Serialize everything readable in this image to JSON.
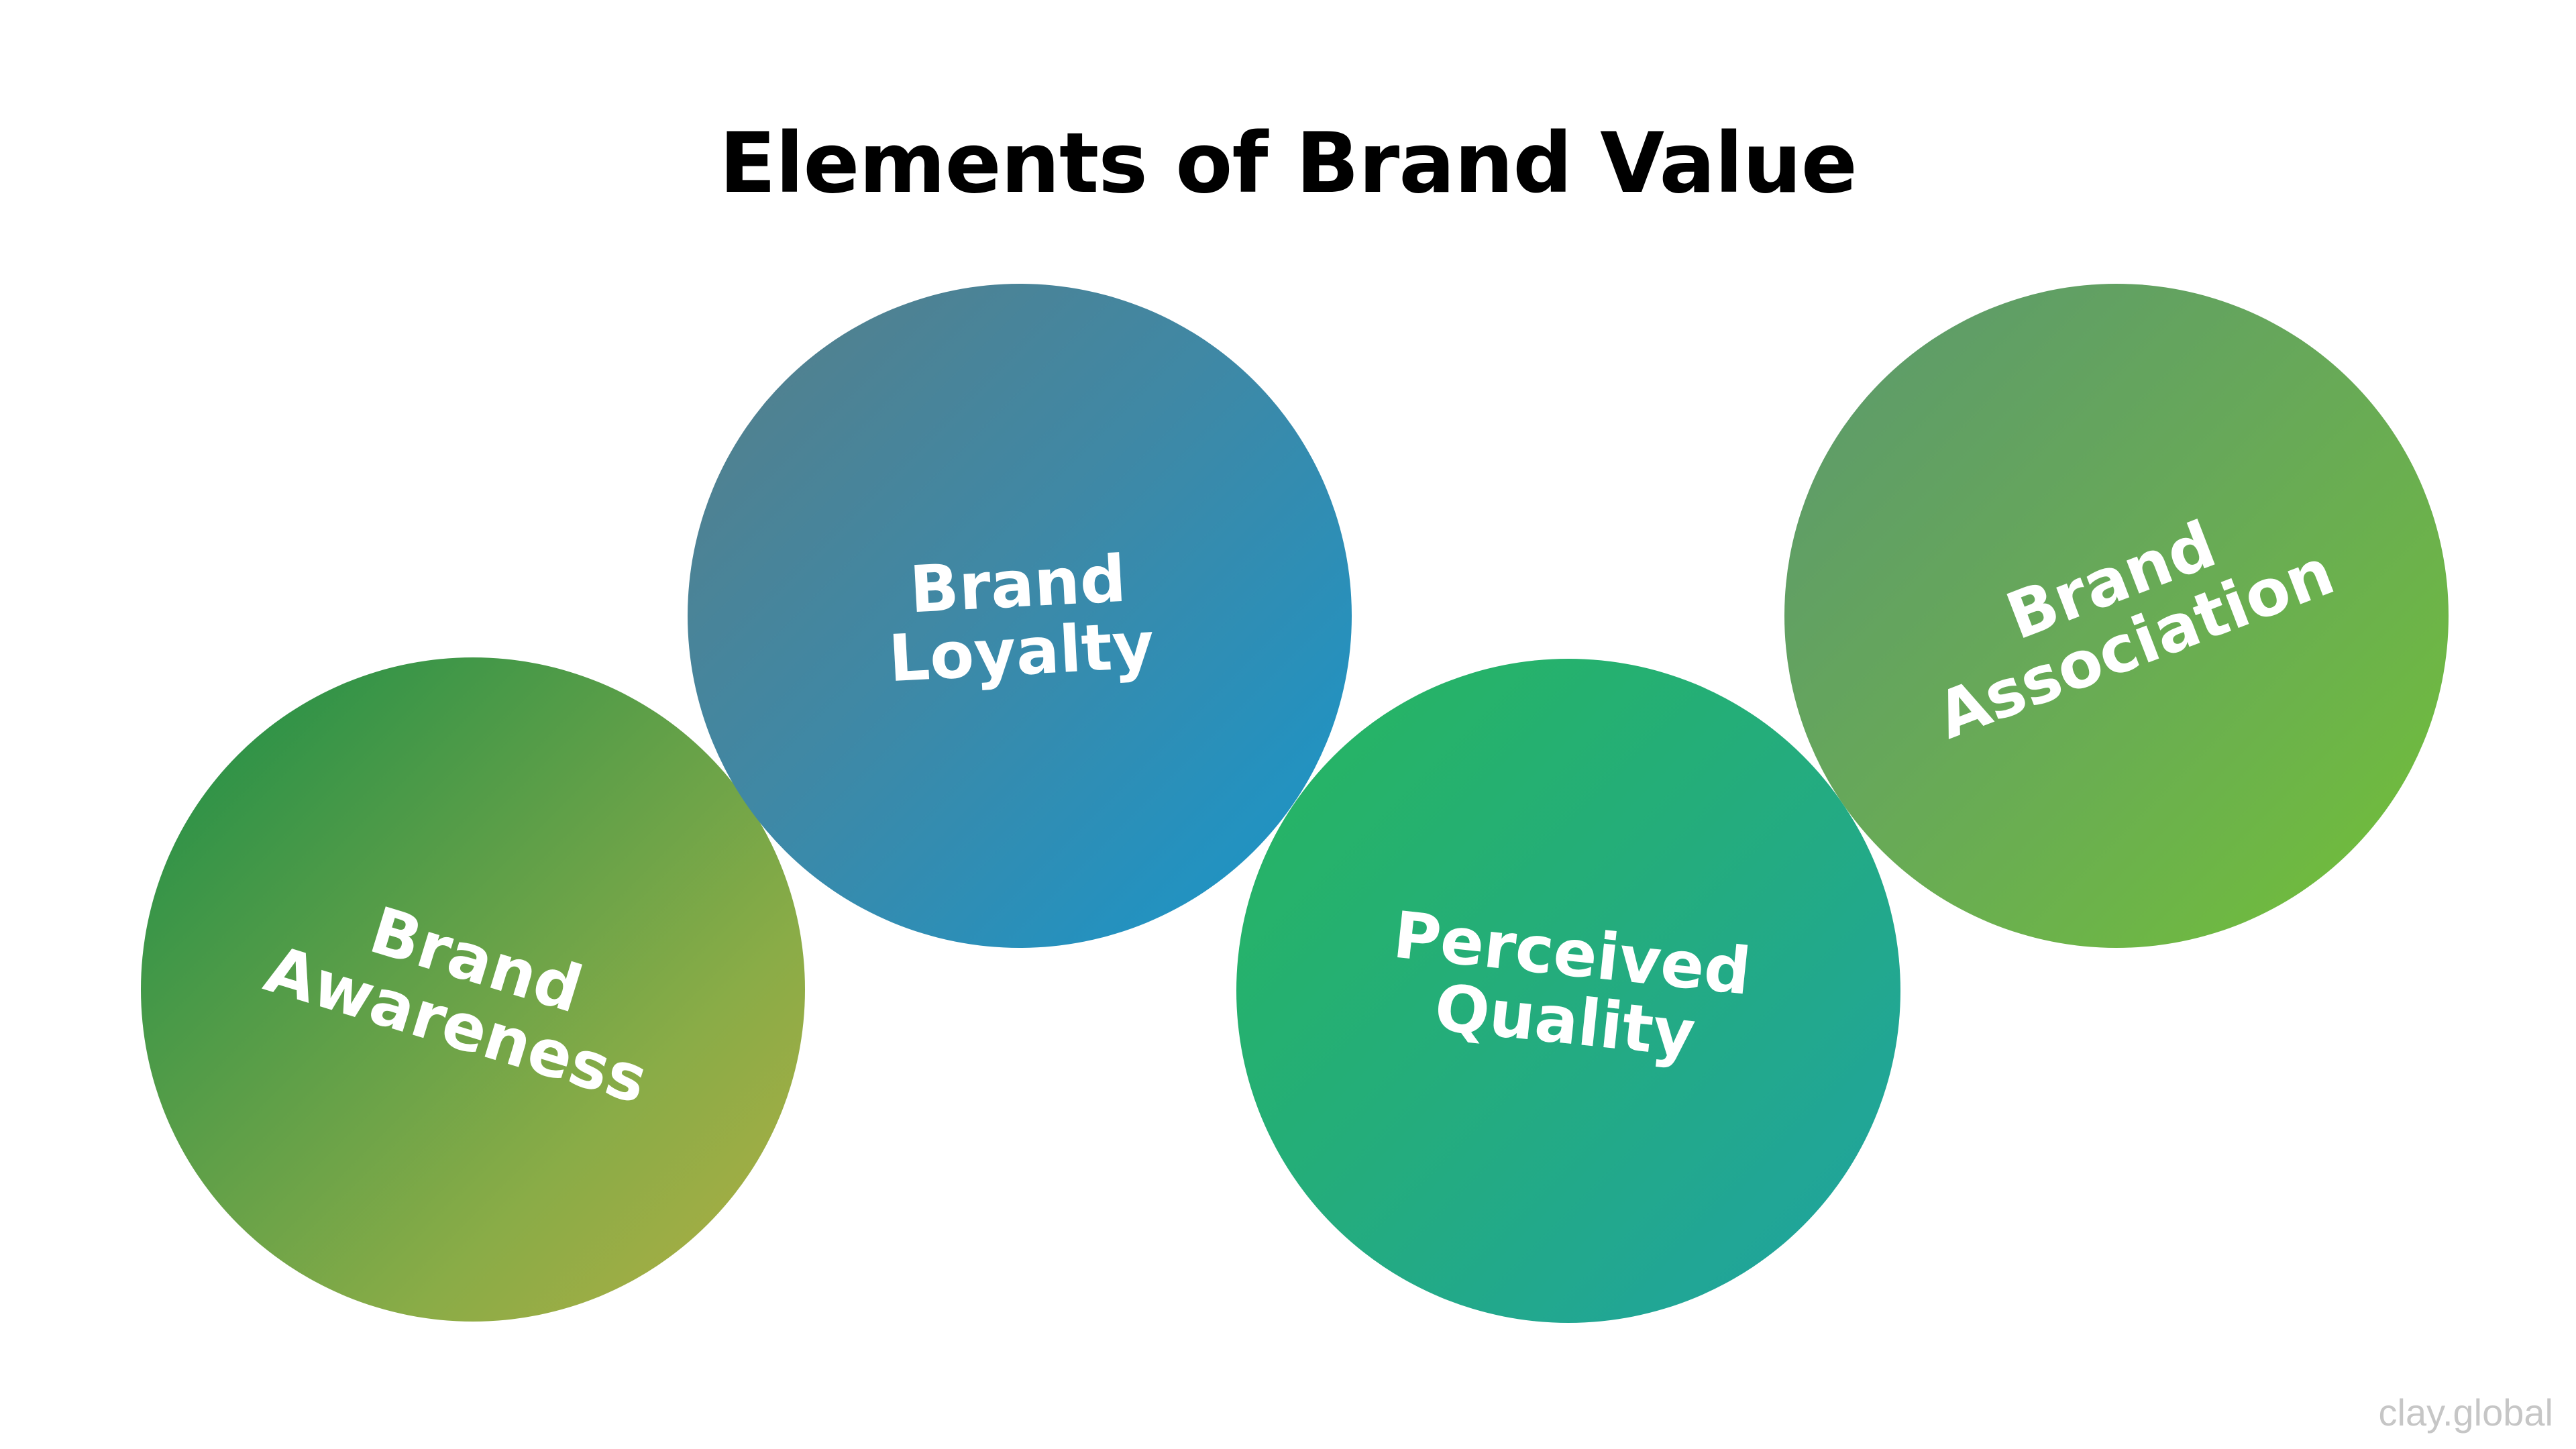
{
  "title": "Elements of Brand Value",
  "elements": [
    {
      "line1": "Brand",
      "line2": "Awareness",
      "colors": [
        "#1a8d47",
        "#b2ae42"
      ]
    },
    {
      "line1": "Brand",
      "line2": "Loyalty",
      "colors": [
        "#577e88",
        "#1a96c9"
      ]
    },
    {
      "line1": "Perceived",
      "line2": "Quality",
      "colors": [
        "#27b65e",
        "#1fa2a0"
      ]
    },
    {
      "line1": "Brand",
      "line2": "Association",
      "colors": [
        "#5b986e",
        "#73c133"
      ]
    }
  ],
  "watermark": "clay.global"
}
